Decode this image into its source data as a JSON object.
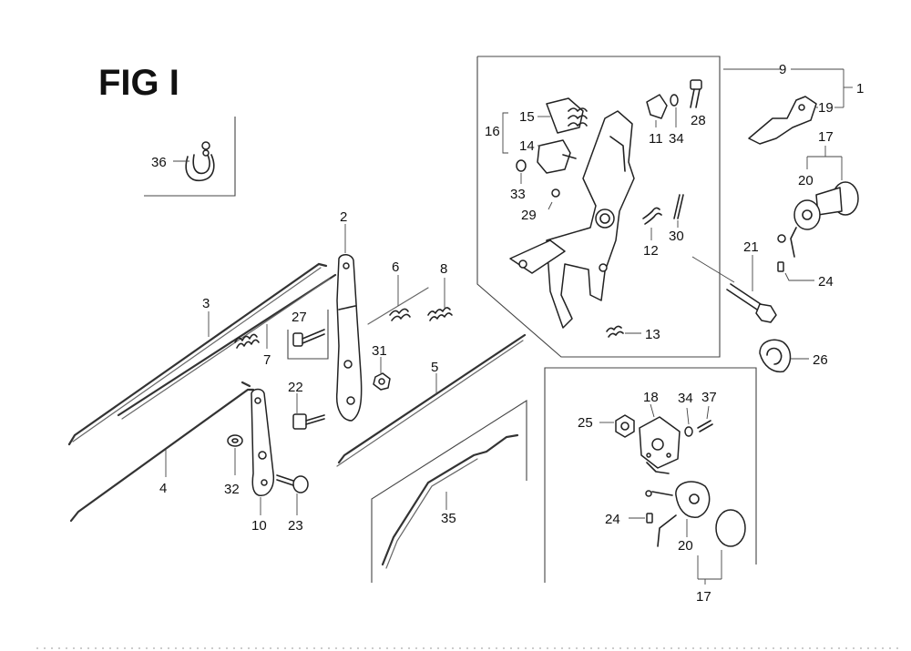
{
  "title": "FIG I",
  "labels": {
    "1": "1",
    "2": "2",
    "3": "3",
    "4": "4",
    "5": "5",
    "6": "6",
    "7": "7",
    "8": "8",
    "9": "9",
    "10": "10",
    "11": "11",
    "12": "12",
    "13": "13",
    "14": "14",
    "15": "15",
    "16": "16",
    "17a": "17",
    "17b": "17",
    "18": "18",
    "19": "19",
    "20a": "20",
    "20b": "20",
    "21": "21",
    "22": "22",
    "23": "23",
    "24a": "24",
    "24b": "24",
    "25": "25",
    "26": "26",
    "27": "27",
    "28": "28",
    "29": "29",
    "30": "30",
    "31": "31",
    "32": "32",
    "33": "33",
    "34a": "34",
    "34b": "34",
    "35": "35",
    "36": "36",
    "37": "37"
  },
  "icons": {
    "clip": "clip-icon",
    "spring": "spring-icon",
    "bolt": "bolt-icon",
    "nut": "nut-icon",
    "knob": "knob-icon"
  },
  "colors": {
    "ink": "#222222",
    "background": "#ffffff"
  }
}
